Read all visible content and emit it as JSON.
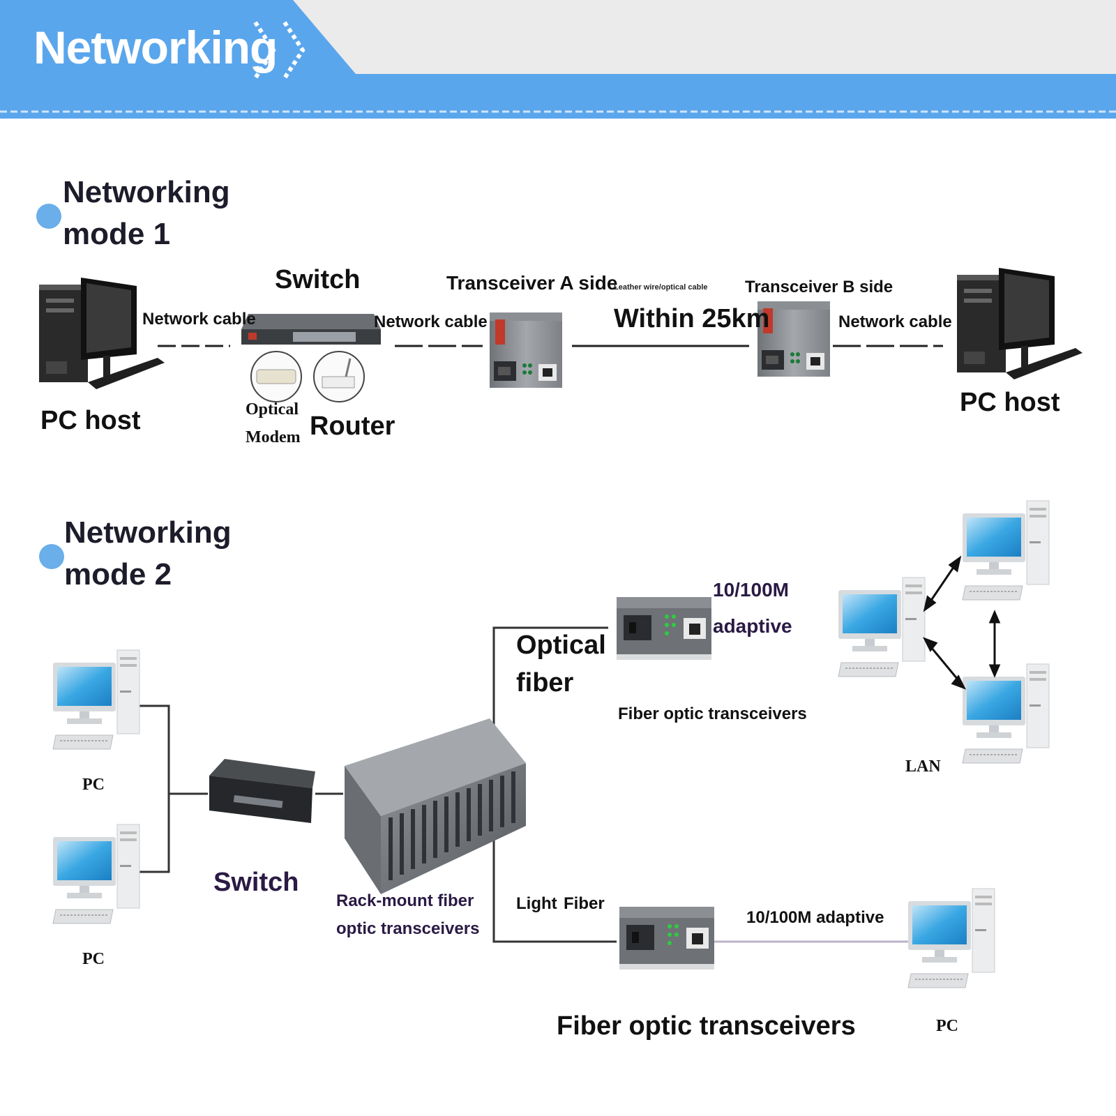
{
  "header": {
    "title": "Networking",
    "colors": {
      "banner": "#5aa6ec",
      "banner_light": "#ebebeb",
      "bullet": "#6aaeea"
    },
    "chevron_icon": "double-chevron-right-icon"
  },
  "mode1": {
    "title_line1": "Networking",
    "title_line2": "mode 1",
    "pc_left_label": "PC host",
    "cable_1": "Network cable",
    "switch_label": "Switch",
    "cable_2": "Network cable",
    "optical_modem_line1": "Optical",
    "optical_modem_line2": "Modem",
    "router_label": "Router",
    "transceiver_a": "Transceiver A side",
    "link_small": "Leather wire/optical cable",
    "distance": "Within 25km",
    "transceiver_b": "Transceiver B side",
    "cable_3": "Network cable",
    "pc_right_label": "PC host"
  },
  "mode2": {
    "title_line1": "Networking",
    "title_line2": "mode 2",
    "pc_1": "PC",
    "pc_2": "PC",
    "switch_label": "Switch",
    "rack_line1": "Rack-mount fiber",
    "rack_line2": "optic transceivers",
    "optical_fiber_line1": "Optical",
    "optical_fiber_line2": "fiber",
    "adaptive_line1": "10/100M",
    "adaptive_line2": "adaptive",
    "fiber_transceivers_top": "Fiber optic transceivers",
    "lan_label": "LAN",
    "light_label": "Light",
    "fiber_label": "Fiber",
    "adaptive_bottom": "10/100M adaptive",
    "fiber_transceivers_bottom": "Fiber optic transceivers",
    "pc_3": "PC"
  }
}
